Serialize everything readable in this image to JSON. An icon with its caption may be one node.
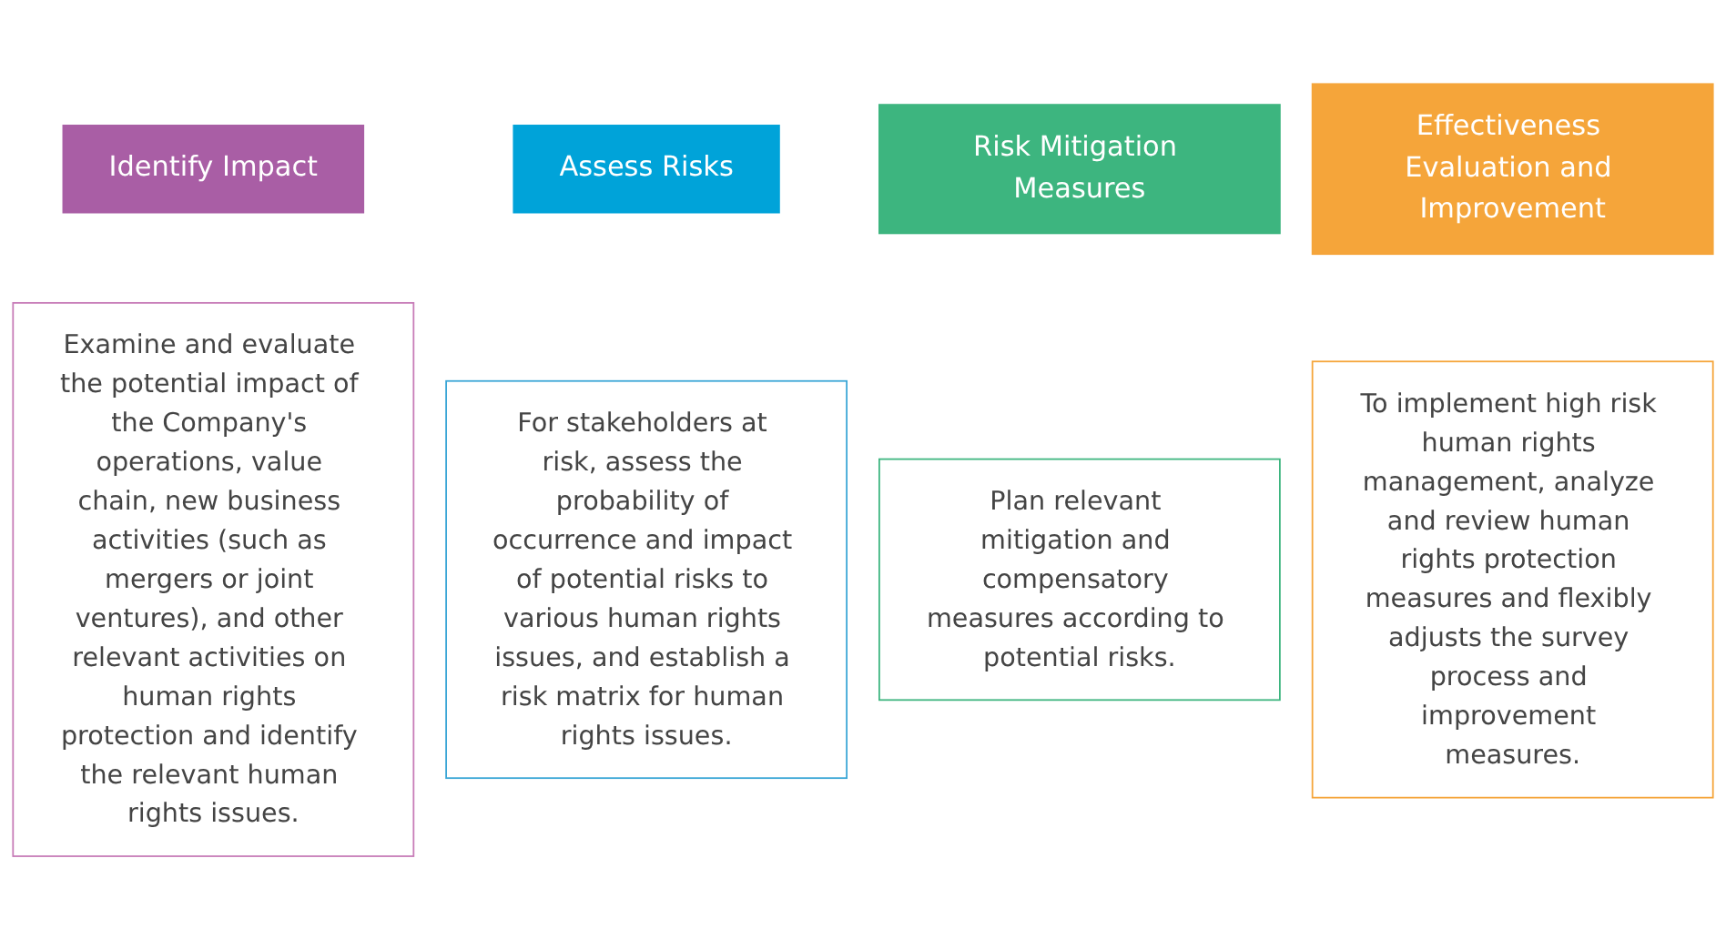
{
  "diagram": {
    "nodes": [
      {
        "text": [
          "Identify Impact"
        ]
      },
      {
        "text": [
          "Assess Risks"
        ]
      },
      {
        "text": [
          "Risk Mitigation Measures"
        ]
      },
      {
        "text": [
          "Effectiveness Evaluation and Improvement"
        ]
      },
      {
        "text": [
          "Examine and evaluate the potential impact of the Company's operations, value chain, new business activities (such as mergers or joint ventures), and other relevant activities on human rights protection and identify the relevant human rights issues."
        ]
      },
      {
        "text": [
          "For stakeholders at risk, assess the probability of occurrence and impact of potential risks to various human rights issues, and establish a risk matrix for human rights issues."
        ]
      },
      {
        "text": [
          "Plan relevant mitigation and compensatory measures according to potential risks."
        ]
      },
      {
        "text": [
          "To implement high risk human rights management, analyze and review human rights protection measures and flexibly adjusts the survey process and improvement measures."
        ]
      }
    ]
  }
}
